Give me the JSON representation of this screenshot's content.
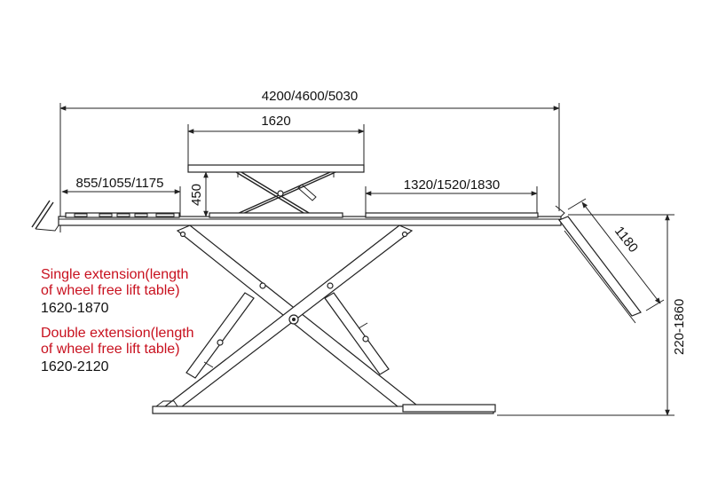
{
  "dimensions": {
    "overall_length": "4200/4600/5030",
    "top_table_length": "1620",
    "top_table_height": "450",
    "left_extension": "855/1055/1175",
    "right_extension": "1320/1520/1830",
    "ramp_length": "1180",
    "lift_height": "220-1860"
  },
  "notes": {
    "single_extension_line1": "Single extension(length",
    "single_extension_line2": "of wheel free lift table)",
    "single_extension_value": "1620-1870",
    "double_extension_line1": "Double extension(length",
    "double_extension_line2": "of wheel free lift table)",
    "double_extension_value": "1620-2120"
  },
  "colors": {
    "note_red": "#c8101e",
    "line": "#222222"
  }
}
